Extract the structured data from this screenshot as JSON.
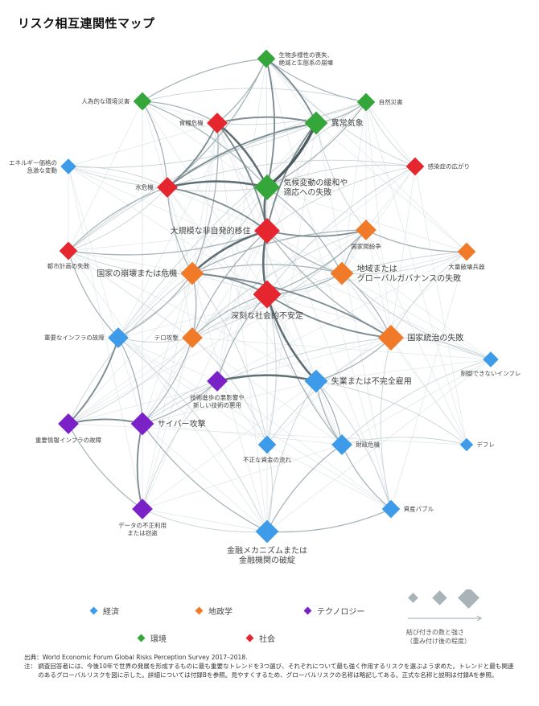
{
  "title": "リスク相互連関性マップ",
  "colors": {
    "経済": "#3d9be9",
    "地政学": "#f07a28",
    "テクノロジー": "#7a22c8",
    "環境": "#34a63a",
    "社会": "#e5262e"
  },
  "nodes": [
    {
      "id": "biodiv",
      "lines": [
        "生物多様性の喪失、",
        "絶滅と生態系の崩壊"
      ],
      "cat": "環境",
      "size": 5
    },
    {
      "id": "manmade",
      "lines": [
        "人為的な環境災害"
      ],
      "cat": "環境",
      "size": 5
    },
    {
      "id": "natural",
      "lines": [
        "自然災害"
      ],
      "cat": "環境",
      "size": 5
    },
    {
      "id": "food",
      "lines": [
        "食糧危機"
      ],
      "cat": "社会",
      "size": 6
    },
    {
      "id": "weather",
      "lines": [
        "異常気象"
      ],
      "cat": "環境",
      "size": 7
    },
    {
      "id": "energy",
      "lines": [
        "エネルギー価格の",
        "急激な変動"
      ],
      "cat": "経済",
      "size": 4
    },
    {
      "id": "disease",
      "lines": [
        "感染症の広がり"
      ],
      "cat": "社会",
      "size": 5
    },
    {
      "id": "water",
      "lines": [
        "水危機"
      ],
      "cat": "社会",
      "size": 6
    },
    {
      "id": "climate",
      "lines": [
        "気候変動の緩和や",
        "適応への失敗"
      ],
      "cat": "環境",
      "size": 8
    },
    {
      "id": "migration",
      "lines": [
        "大規模な非自発的移住"
      ],
      "cat": "社会",
      "size": 8
    },
    {
      "id": "interstate",
      "lines": [
        "国家間紛争"
      ],
      "cat": "地政学",
      "size": 6
    },
    {
      "id": "urban",
      "lines": [
        "都市計画の失敗"
      ],
      "cat": "社会",
      "size": 5
    },
    {
      "id": "wmd",
      "lines": [
        "大量破壊兵器"
      ],
      "cat": "地政学",
      "size": 5
    },
    {
      "id": "statecollapse",
      "lines": [
        "国家の崩壊または危機"
      ],
      "cat": "地政学",
      "size": 7
    },
    {
      "id": "governance",
      "lines": [
        "地域または",
        "グローバルガバナンスの失敗"
      ],
      "cat": "地政学",
      "size": 7
    },
    {
      "id": "instability",
      "lines": [
        "深刻な社会的不安定"
      ],
      "cat": "社会",
      "size": 9
    },
    {
      "id": "infra",
      "lines": [
        "重要なインフラの故障"
      ],
      "cat": "経済",
      "size": 6
    },
    {
      "id": "terror",
      "lines": [
        "テロ攻撃"
      ],
      "cat": "地政学",
      "size": 6
    },
    {
      "id": "nationalgov",
      "lines": [
        "国家統治の失敗"
      ],
      "cat": "地政学",
      "size": 8
    },
    {
      "id": "inflation",
      "lines": [
        "制御できないインフレ"
      ],
      "cat": "経済",
      "size": 4
    },
    {
      "id": "tech",
      "lines": [
        "技術進歩の悪影響や",
        "新しい技術の悪用"
      ],
      "cat": "テクノロジー",
      "size": 6
    },
    {
      "id": "unemploy",
      "lines": [
        "失業または不完全雇用"
      ],
      "cat": "経済",
      "size": 7
    },
    {
      "id": "cii",
      "lines": [
        "重要情報インフラの故障"
      ],
      "cat": "テクノロジー",
      "size": 6
    },
    {
      "id": "cyber",
      "lines": [
        "サイバー攻撃"
      ],
      "cat": "テクノロジー",
      "size": 7
    },
    {
      "id": "illicit",
      "lines": [
        "不正な資金の流れ"
      ],
      "cat": "経済",
      "size": 5
    },
    {
      "id": "fiscal",
      "lines": [
        "財政危機"
      ],
      "cat": "経済",
      "size": 6
    },
    {
      "id": "deflation",
      "lines": [
        "デフレ"
      ],
      "cat": "経済",
      "size": 3
    },
    {
      "id": "datafraud",
      "lines": [
        "データの不正利用",
        "または窃盗"
      ],
      "cat": "テクノロジー",
      "size": 6
    },
    {
      "id": "bubble",
      "lines": [
        "資産バブル"
      ],
      "cat": "経済",
      "size": 5
    },
    {
      "id": "financial",
      "lines": [
        "金融メカニズムまたは",
        "金融機関の破綻"
      ],
      "cat": "経済",
      "size": 7
    }
  ],
  "edges": [
    [
      "climate",
      "weather",
      5
    ],
    [
      "climate",
      "migration",
      4
    ],
    [
      "climate",
      "water",
      4
    ],
    [
      "climate",
      "food",
      4
    ],
    [
      "climate",
      "biodiv",
      3
    ],
    [
      "weather",
      "food",
      3
    ],
    [
      "weather",
      "migration",
      3
    ],
    [
      "weather",
      "water",
      3
    ],
    [
      "weather",
      "biodiv",
      3
    ],
    [
      "weather",
      "natural",
      2
    ],
    [
      "migration",
      "statecollapse",
      4
    ],
    [
      "migration",
      "instability",
      4
    ],
    [
      "migration",
      "interstate",
      3
    ],
    [
      "migration",
      "water",
      3
    ],
    [
      "migration",
      "food",
      3
    ],
    [
      "migration",
      "nationalgov",
      2
    ],
    [
      "migration",
      "terror",
      2
    ],
    [
      "migration",
      "governance",
      2
    ],
    [
      "instability",
      "statecollapse",
      3
    ],
    [
      "instability",
      "unemploy",
      4
    ],
    [
      "instability",
      "nationalgov",
      3
    ],
    [
      "instability",
      "terror",
      2
    ],
    [
      "instability",
      "governance",
      2
    ],
    [
      "instability",
      "interstate",
      2
    ],
    [
      "instability",
      "fiscal",
      2
    ],
    [
      "instability",
      "tech",
      2
    ],
    [
      "unemploy",
      "tech",
      4
    ],
    [
      "unemploy",
      "fiscal",
      2
    ],
    [
      "unemploy",
      "nationalgov",
      2
    ],
    [
      "unemploy",
      "financial",
      1
    ],
    [
      "nationalgov",
      "statecollapse",
      3
    ],
    [
      "nationalgov",
      "governance",
      2
    ],
    [
      "nationalgov",
      "cyber",
      1
    ],
    [
      "nationalgov",
      "illicit",
      1
    ],
    [
      "nationalgov",
      "bubble",
      1
    ],
    [
      "interstate",
      "governance",
      2
    ],
    [
      "interstate",
      "wmd",
      2
    ],
    [
      "interstate",
      "statecollapse",
      2
    ],
    [
      "interstate",
      "terror",
      1
    ],
    [
      "governance",
      "statecollapse",
      2
    ],
    [
      "governance",
      "climate",
      2
    ],
    [
      "governance",
      "wmd",
      1
    ],
    [
      "governance",
      "inflation",
      1
    ],
    [
      "cyber",
      "cii",
      3
    ],
    [
      "cyber",
      "datafraud",
      3
    ],
    [
      "cyber",
      "infra",
      2
    ],
    [
      "cyber",
      "tech",
      2
    ],
    [
      "cyber",
      "terror",
      2
    ],
    [
      "cyber",
      "financial",
      2
    ],
    [
      "cii",
      "infra",
      3
    ],
    [
      "cii",
      "datafraud",
      2
    ],
    [
      "cii",
      "terror",
      1
    ],
    [
      "datafraud",
      "financial",
      1
    ],
    [
      "fiscal",
      "financial",
      2
    ],
    [
      "fiscal",
      "bubble",
      2
    ],
    [
      "fiscal",
      "unemploy",
      2
    ],
    [
      "financial",
      "bubble",
      2
    ],
    [
      "financial",
      "illicit",
      1
    ],
    [
      "financial",
      "infra",
      1
    ],
    [
      "bubble",
      "unemploy",
      1
    ],
    [
      "water",
      "food",
      3
    ],
    [
      "water",
      "urban",
      2
    ],
    [
      "water",
      "statecollapse",
      2
    ],
    [
      "water",
      "biodiv",
      2
    ],
    [
      "water",
      "manmade",
      2
    ],
    [
      "water",
      "energy",
      1
    ],
    [
      "food",
      "biodiv",
      2
    ],
    [
      "food",
      "manmade",
      2
    ],
    [
      "food",
      "natural",
      1
    ],
    [
      "climate",
      "natural",
      2
    ],
    [
      "climate",
      "manmade",
      2
    ],
    [
      "urban",
      "infra",
      2
    ],
    [
      "urban",
      "migration",
      2
    ],
    [
      "urban",
      "statecollapse",
      1
    ],
    [
      "urban",
      "water",
      1
    ],
    [
      "disease",
      "migration",
      1
    ],
    [
      "disease",
      "instability",
      1
    ],
    [
      "disease",
      "climate",
      1
    ],
    [
      "disease",
      "water",
      1
    ],
    [
      "energy",
      "weather",
      1
    ],
    [
      "energy",
      "climate",
      1
    ],
    [
      "infra",
      "statecollapse",
      2
    ],
    [
      "infra",
      "terror",
      1
    ],
    [
      "infra",
      "climate",
      1
    ],
    [
      "terror",
      "statecollapse",
      2
    ],
    [
      "terror",
      "interstate",
      1
    ],
    [
      "wmd",
      "terror",
      1
    ],
    [
      "wmd",
      "nationalgov",
      1
    ],
    [
      "inflation",
      "nationalgov",
      1
    ],
    [
      "inflation",
      "fiscal",
      1
    ],
    [
      "deflation",
      "fiscal",
      1
    ],
    [
      "deflation",
      "unemploy",
      1
    ],
    [
      "illicit",
      "statecollapse",
      1
    ],
    [
      "illicit",
      "terror",
      1
    ],
    [
      "illicit",
      "instability",
      1
    ],
    [
      "tech",
      "datafraud",
      1
    ],
    [
      "tech",
      "cyber",
      1
    ],
    [
      "biodiv",
      "natural",
      2
    ],
    [
      "biodiv",
      "manmade",
      2
    ],
    [
      "natural",
      "manmade",
      1
    ],
    [
      "natural",
      "infra",
      1
    ],
    [
      "natural",
      "urban",
      1
    ],
    [
      "natural",
      "disease",
      1
    ],
    [
      "biodiv",
      "disease",
      1
    ],
    [
      "statecollapse",
      "cii",
      1
    ],
    [
      "statecollapse",
      "food",
      2
    ],
    [
      "weather",
      "interstate",
      1
    ],
    [
      "weather",
      "urban",
      1
    ]
  ],
  "legend": {
    "items": [
      {
        "cat": "経済",
        "label": "経済"
      },
      {
        "cat": "地政学",
        "label": "地政学"
      },
      {
        "cat": "テクノロジー",
        "label": "テクノロジー"
      },
      {
        "cat": "環境",
        "label": "環境"
      },
      {
        "cat": "社会",
        "label": "社会"
      }
    ],
    "strength_label_1": "結び付きの数と強さ",
    "strength_label_2": "（重み付け後の程度）"
  },
  "footer": {
    "source": "出典：World Economic Forum Global Risks Perception Survey 2017–2018.",
    "note_prefix": "注：",
    "note": "調査回答者には、今後10年で世界の発展を形成するものに最も重要なトレンドを3つ選び、それぞれについて最も強く作用するリスクを選ぶよう求めた。トレンドと最も関連のあるグローバルリスクを図に示した。詳細については付録Bを参照。見やすくするため、グローバルリスクの名称は略記してある。正式な名称と説明は付録Aを参照。"
  }
}
